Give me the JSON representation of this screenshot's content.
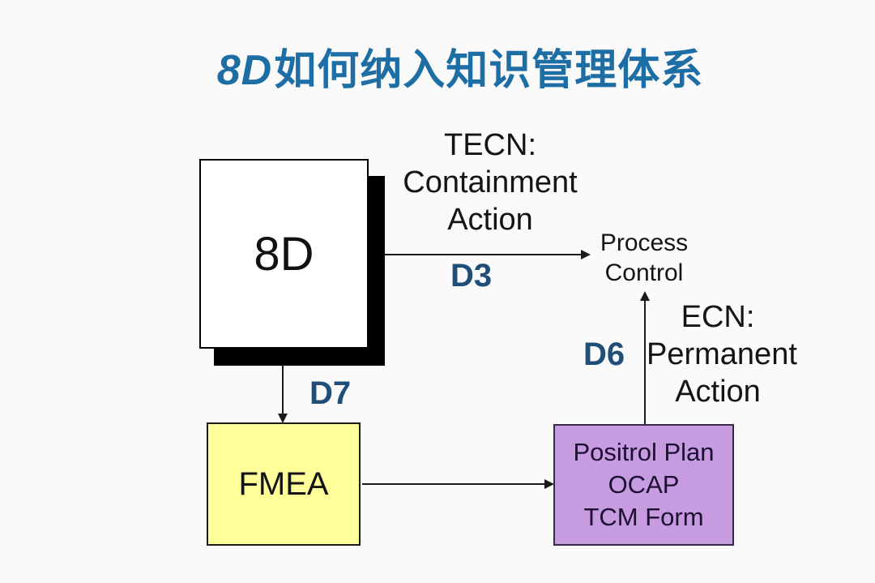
{
  "slide": {
    "title": {
      "prefix": "8D",
      "text": "如何纳入知识管理体系",
      "color": "#1e6ea6"
    }
  },
  "colors": {
    "title_blue": "#1e6ea6",
    "step_label_blue": "#1f4e79",
    "fmea_yellow": "#ffff99",
    "positrol_purple": "#c79be0",
    "box_shadow_black": "#000000",
    "line_black": "#1a1a1a",
    "background": "#fbfafb"
  },
  "nodes": {
    "eight_d_box": {
      "label": "8D"
    },
    "fmea_box": {
      "label": "FMEA"
    },
    "positrol_box": {
      "lines": [
        "Positrol Plan",
        "OCAP",
        "TCM Form"
      ]
    },
    "process_control": {
      "lines": [
        "Process",
        "Control"
      ]
    }
  },
  "edges": {
    "d3": {
      "label": "D3",
      "note_lines": [
        "TECN:",
        "Containment",
        "Action"
      ],
      "from": "eight_d_box",
      "to": "process_control"
    },
    "d6": {
      "label": "D6",
      "note_lines": [
        "ECN:",
        "Permanent",
        "Action"
      ],
      "from": "positrol_box",
      "to": "process_control"
    },
    "d7": {
      "label": "D7",
      "from": "eight_d_box",
      "to": "fmea_box"
    },
    "fmea_to_positrol": {
      "from": "fmea_box",
      "to": "positrol_box"
    }
  }
}
